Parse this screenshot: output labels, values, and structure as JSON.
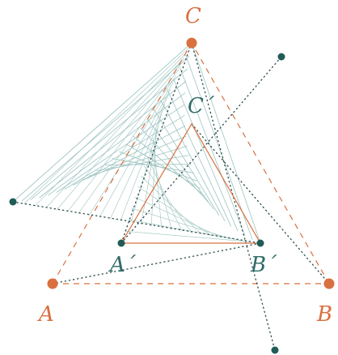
{
  "labels": {
    "A": "A",
    "B": "B",
    "C": "C",
    "A_prime": "A´",
    "B_prime": "B´",
    "C_prime": "C´"
  },
  "colors": {
    "outer_triangle": "#d9703f",
    "inner_triangle": "#d9703f",
    "teal_point": "#1f5c57",
    "mesh": "#9cc4c0",
    "dotted": "#2b4b49",
    "label_orange": "#d9703f",
    "label_teal": "#2e6b66"
  }
}
